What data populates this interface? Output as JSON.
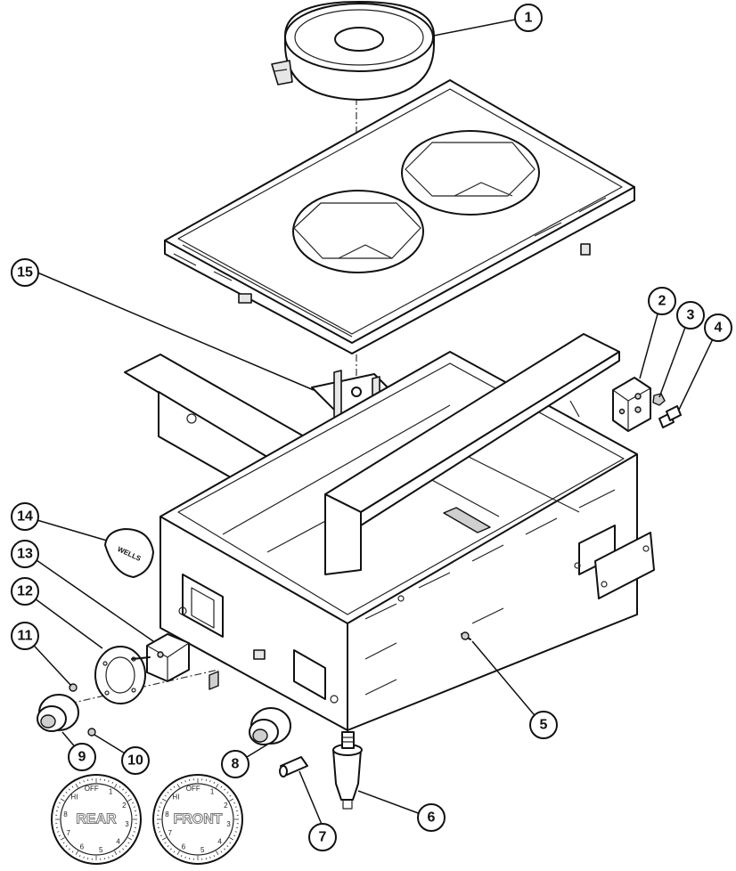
{
  "callouts": [
    "1",
    "2",
    "3",
    "4",
    "5",
    "6",
    "7",
    "8",
    "9",
    "10",
    "11",
    "12",
    "13",
    "14",
    "15"
  ],
  "brand_badge": "WELLS",
  "dials": {
    "rear": {
      "label": "REAR",
      "off": "OFF",
      "hi": "HI",
      "numbers": [
        "1",
        "2",
        "3",
        "4",
        "5",
        "6",
        "7",
        "8"
      ]
    },
    "front": {
      "label": "FRONT",
      "off": "OFF",
      "hi": "HI",
      "numbers": [
        "1",
        "2",
        "3",
        "4",
        "5",
        "6",
        "7",
        "8"
      ]
    }
  }
}
